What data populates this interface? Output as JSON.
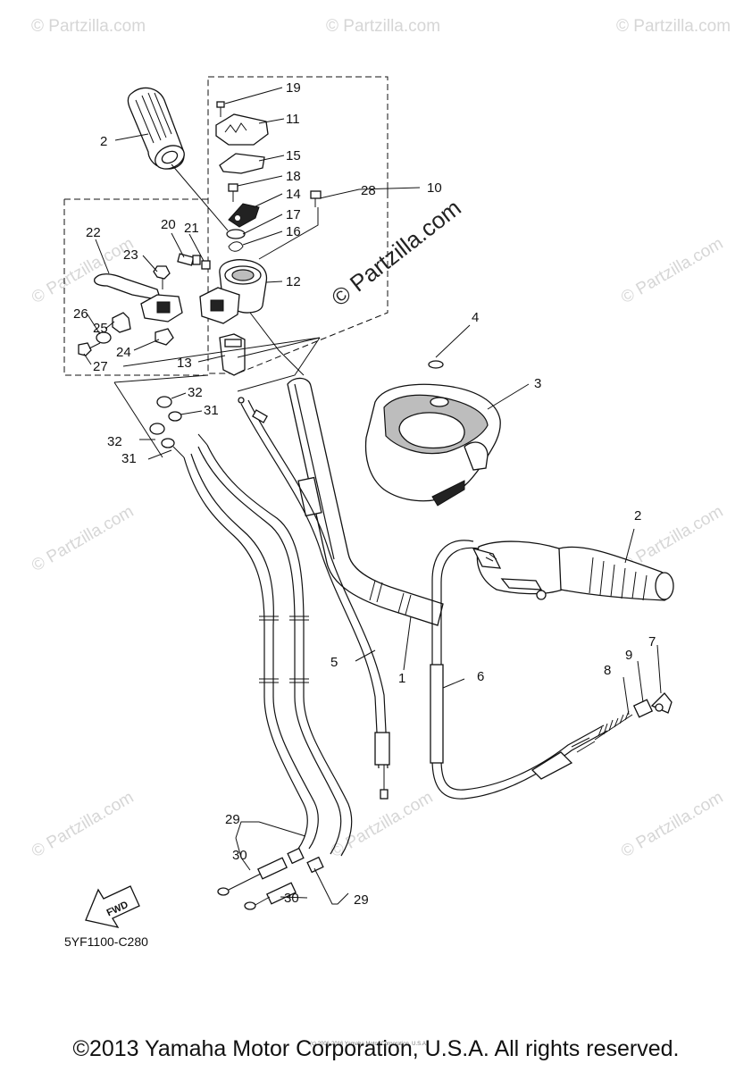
{
  "diagram": {
    "callouts": [
      "1",
      "2",
      "2",
      "3",
      "4",
      "5",
      "6",
      "7",
      "8",
      "9",
      "10",
      "11",
      "12",
      "13",
      "14",
      "15",
      "16",
      "17",
      "18",
      "19",
      "20",
      "21",
      "22",
      "23",
      "24",
      "25",
      "26",
      "27",
      "28",
      "29",
      "29",
      "30",
      "30",
      "31",
      "31",
      "32",
      "32"
    ],
    "drawing_code": "5YF1100-C280",
    "fwd_label": "FWD",
    "watermark_main": "© Partzilla.com",
    "watermark_repeat": "© Partzilla.com",
    "small_print": "(c) 2006-2016 Yamaha Motor Corporation, U.S.A."
  },
  "footer": {
    "copyright": "©2013 Yamaha Motor Corporation, U.S.A. All rights reserved."
  }
}
